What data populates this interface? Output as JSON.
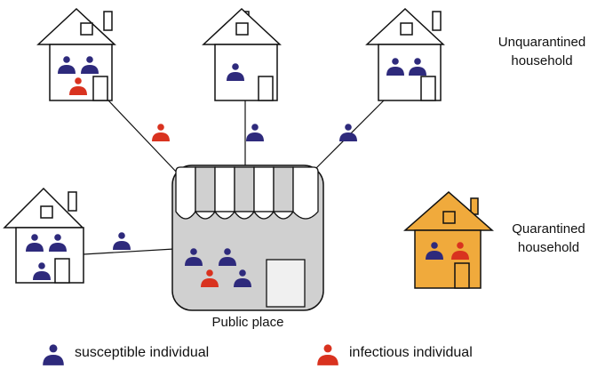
{
  "labels": {
    "unquarantined_line1": "Unquarantined",
    "unquarantined_line2": "household",
    "quarantined_line1": "Quarantined",
    "quarantined_line2": "household",
    "public_place": "Public place"
  },
  "legend": {
    "susceptible": "susceptible individual",
    "infectious": "infectious individual"
  },
  "colors": {
    "susceptible": "#2e2a7c",
    "infectious": "#d9321f",
    "quarantined_house": "#f0aa3c",
    "shop_fill": "#d0d0d0",
    "door_fill": "#f0f0f0",
    "outline": "#111111"
  }
}
